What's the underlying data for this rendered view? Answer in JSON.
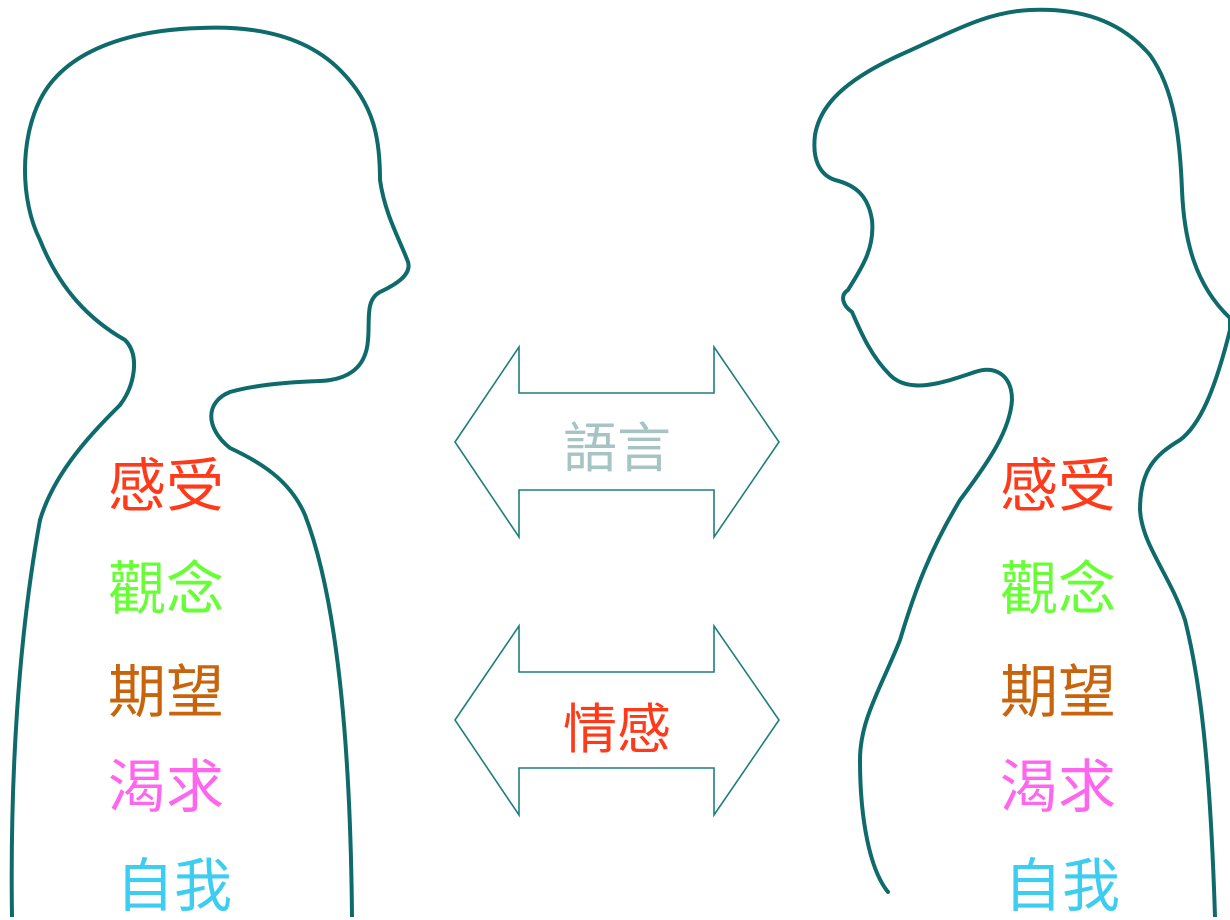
{
  "colors": {
    "outline": "#0f6b6b",
    "arrow": "#1f7e7e"
  },
  "left_person": {
    "items": [
      {
        "text": "感受",
        "color": "#ff3a1a"
      },
      {
        "text": "觀念",
        "color": "#66ff33"
      },
      {
        "text": "期望",
        "color": "#c8640c"
      },
      {
        "text": "渴求",
        "color": "#ff66ee"
      },
      {
        "text": "自我",
        "color": "#3ccdf0"
      }
    ]
  },
  "right_person": {
    "items": [
      {
        "text": "感受",
        "color": "#ff3a1a"
      },
      {
        "text": "觀念",
        "color": "#66ff33"
      },
      {
        "text": "期望",
        "color": "#c8640c"
      },
      {
        "text": "渴求",
        "color": "#ff66ee"
      },
      {
        "text": "自我",
        "color": "#3ccdf0"
      }
    ]
  },
  "arrows": [
    {
      "label": "語言",
      "color": "#a6c4c4"
    },
    {
      "label": "情感",
      "color": "#ff3a1a"
    }
  ]
}
